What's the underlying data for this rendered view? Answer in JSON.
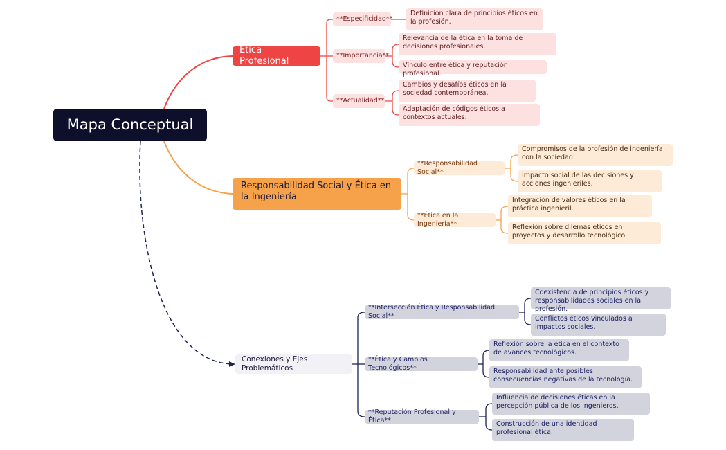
{
  "root": {
    "label": "Mapa Conceptual"
  },
  "branches": [
    {
      "label": "Ética Profesional",
      "subs": [
        {
          "label": "**Especificidad**",
          "leaves": [
            "Definición clara de principios éticos en la profesión."
          ]
        },
        {
          "label": "**Importancia**",
          "leaves": [
            "Relevancia de la ética en la toma de decisiones profesionales.",
            "Vínculo entre ética y reputación profesional."
          ]
        },
        {
          "label": "**Actualidad**",
          "leaves": [
            "Cambios y desafíos éticos en la sociedad contemporánea.",
            "Adaptación de códigos éticos a contextos actuales."
          ]
        }
      ]
    },
    {
      "label": "Responsabilidad Social y Ética en la Ingeniería",
      "subs": [
        {
          "label": "**Responsabilidad Social**",
          "leaves": [
            "Compromisos de la profesión de ingeniería con la sociedad.",
            "Impacto social de las decisiones y acciones ingenieriles."
          ]
        },
        {
          "label": "**Ética en la Ingeniería**",
          "leaves": [
            "Integración de valores éticos en la práctica ingenieril.",
            "Reflexión sobre dilemas éticos en proyectos y desarrollo tecnológico."
          ]
        }
      ]
    },
    {
      "label": "Conexiones y Ejes Problemáticos",
      "subs": [
        {
          "label": "**Intersección Ética y Responsabilidad Social**",
          "leaves": [
            "Coexistencia de principios éticos y responsabilidades sociales en la profesión.",
            "Conflictos éticos vinculados a impactos sociales."
          ]
        },
        {
          "label": "**Ética y Cambios Tecnológicos**",
          "leaves": [
            "Reflexión sobre la ética en el contexto de avances tecnológicos.",
            "Responsabilidad ante posibles consecuencias negativas de la tecnología."
          ]
        },
        {
          "label": "**Reputación Profesional y Ética**",
          "leaves": [
            "Influencia de decisiones éticas en la percepción pública de los ingenieros.",
            "Construcción de una identidad profesional ética."
          ]
        }
      ]
    }
  ],
  "colors": {
    "root": "#0d0f2b",
    "branch1": "#ef4444",
    "branch2": "#f5a24b",
    "branch3": "#1e2352"
  }
}
